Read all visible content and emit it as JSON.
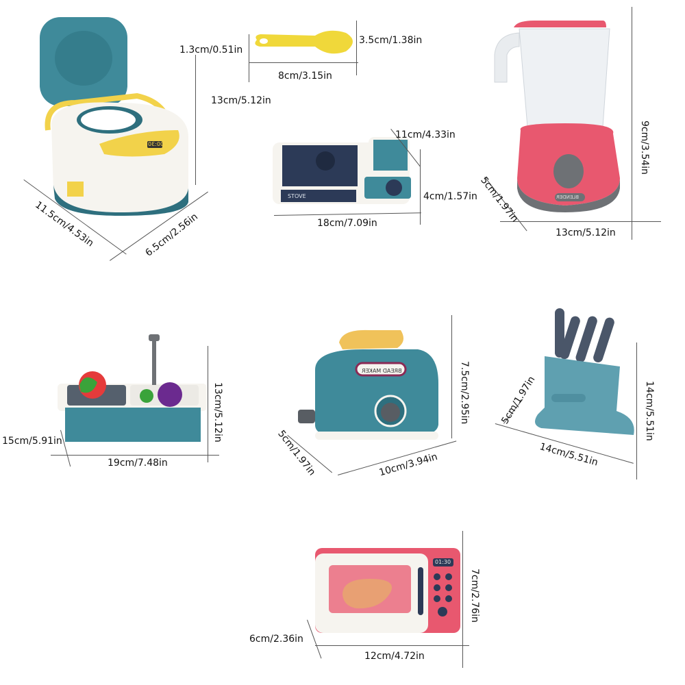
{
  "products": [
    {
      "id": "rice-cooker",
      "name": "Rice Cooker",
      "dims": {
        "width": "11.5cm/4.53in",
        "depth": "6.5cm/2.56in",
        "height": "13cm/5.12in"
      },
      "display": "00:30"
    },
    {
      "id": "rice-paddle",
      "name": "Rice Paddle",
      "dims": {
        "thickness": "1.3cm/0.51in",
        "length": "8cm/3.15in",
        "width": "3.5cm/1.38in"
      }
    },
    {
      "id": "stove",
      "name": "Stove",
      "dims": {
        "depth": "11cm/4.33in",
        "height": "4cm/1.57in",
        "width": "18cm/7.09in"
      },
      "brand_text": "STOVE"
    },
    {
      "id": "blender",
      "name": "Blender",
      "dims": {
        "height": "9cm/3.54in",
        "depth": "5cm/1.97in",
        "width": "13cm/5.12in"
      },
      "brand_text": "BLENDER"
    },
    {
      "id": "sink",
      "name": "Sink",
      "dims": {
        "height": "13cm/5.12in",
        "depth": "15cm/5.91in",
        "width": "19cm/7.48in"
      }
    },
    {
      "id": "toaster",
      "name": "Toaster",
      "dims": {
        "height": "7.5cm/2.95in",
        "depth": "5cm/1.97in",
        "width": "10cm/3.94in"
      },
      "brand_text": "BREAD MAKER"
    },
    {
      "id": "knife-block",
      "name": "Knife Block",
      "dims": {
        "height": "14cm/5.51in",
        "depth": "5cm/1.97in",
        "width": "14cm/5.51in"
      }
    },
    {
      "id": "microwave",
      "name": "Microwave",
      "dims": {
        "height": "7cm/2.76in",
        "depth": "6cm/2.36in",
        "width": "12cm/4.72in"
      },
      "display": "01:30"
    }
  ],
  "colors": {
    "teal": "#3f8a9a",
    "teal_dark": "#2e6f7e",
    "yellow": "#f2d24a",
    "pink": "#e8586f",
    "pink_light": "#f07f8f",
    "gray": "#6e7175",
    "navy": "#2c3a57",
    "white": "#f6f4ef"
  }
}
